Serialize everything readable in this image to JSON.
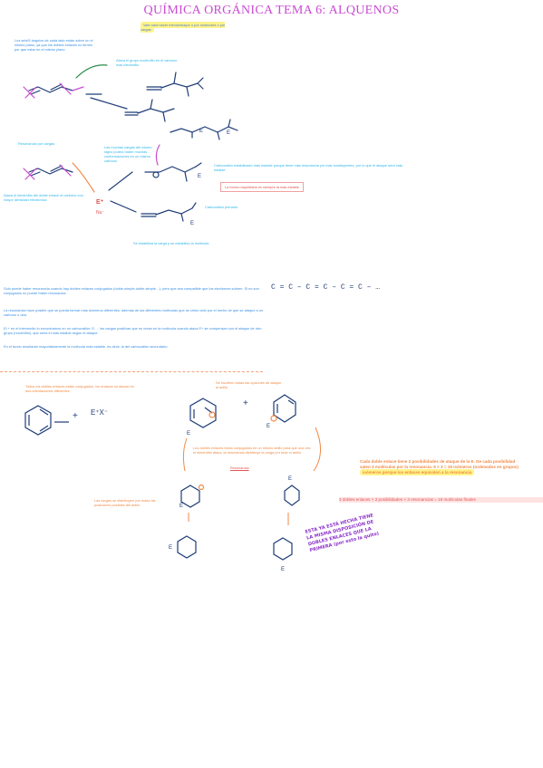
{
  "title": "QUÍMICA ORGÁNICA TEMA 6: ALQUENOS",
  "notes": {
    "highlight_top": "Vale para hacer menos/mayor o por molecules o por cargas",
    "plane_note": "Los seis/5 ángulos de cada lado están sobre un el mismo plano, ya que los dobles enlaces no tienen por que estar en el mismo plano",
    "cation_note": "Ataca el grupo nucleofilo en el carbono mas electrofilo",
    "resonance_label": "Resonancia por cargas",
    "side_note": "Las muchas cargas del mismo signo podría haber muchas conformaciones en un mismo carbono",
    "carbocation_note": "Carbocatión estabilizado más estable porque tiene más resonancia y/o más sustituyentes, por lo que el ataque será más estable",
    "boxed_red": "La forma mayoritaria es siempre la más estable",
    "electrophile_note": "Ataca el electrófilo del doble enlace al carbono con mayor densidad electrónica",
    "primary_label": "Carbocatión primario",
    "resonance_bottom": "Se estabiliza la carga y se estabiliza la molécula",
    "para1": "Sólo puede haber resonancia cuando hay dobles enlaces conjugados (doble-simple-doble-simple…), pero que sea compatible que los electrones sobren. Si no son conjugados no puede haber resonancia.",
    "para2": "La resonancia hace posible que se pueda formar más isómeros diferentes, además de las diferentes moléculas que se crean sólo por el hecho de que se ataque a un carbono u otro.",
    "para3": "El + en el intermedio lo encontramos en un carbocatión: E-… las cargas positivas que se crean en la molécula cuando ataca E+ se compensan con el ataque de otro grupo (nucleófilo), que sería el más estable según el ataque.",
    "para4": "En el fondo resultarán mayoritariamente la molécula más estable, es decir, la del carbocatión secundario.",
    "chain_formula": "C = C – C = C – C = C – …",
    "benzene_note": "Todos los dobles enlaces están conjugados, los enlaces no atacan en dos orientaciones diferentes",
    "attack_note": "Se escriben todas las opciones de ataque al anillo",
    "arrows_note": "Los dobles enlaces están conjugados en un mismo anillo para que una vez el electrófilo ataca, la resonancia distribuye la carga por todo el anillo",
    "resonance_mid": "Resonancia",
    "cations_note": "Las cargas se distribuyen por todas las posiciones posibles del anillo",
    "orange_block": "Cada doble enlace tiene 2 posibilidades de ataque de la E. De cada posibilidad salen 3 moléculas por la resonancia. 6 × 3 = 18 isómeros (ordenados en grupos)",
    "orange_highlight": "isómeros porque los enlaces equivalen a la resonancia",
    "red_calc": "3 dobles enlaces × 2 posibilidades × 3 resonancias = 18 moléculas finales",
    "purple_note": "ESTA YA ESTÁ HECHA TIENE LA MISMA DISPOSICIÓN DE DOBLES ENLACES QUE LA PRIMERA (por esto la quito)"
  },
  "chem_labels": {
    "e_plus_x": "E⁺X⁻",
    "e_plus": "E⁺",
    "nu": "Nu⁻",
    "plus": "+",
    "e": "E"
  },
  "colors": {
    "title": "#c84bd1",
    "ink_blue": "#1f3d78",
    "note_blue": "#3a8fe0",
    "note_cyan": "#30b6e8",
    "orange": "#f08a45",
    "red": "#e05555",
    "purple": "#8b2fc9",
    "highlight_yellow": "#fff48a"
  }
}
